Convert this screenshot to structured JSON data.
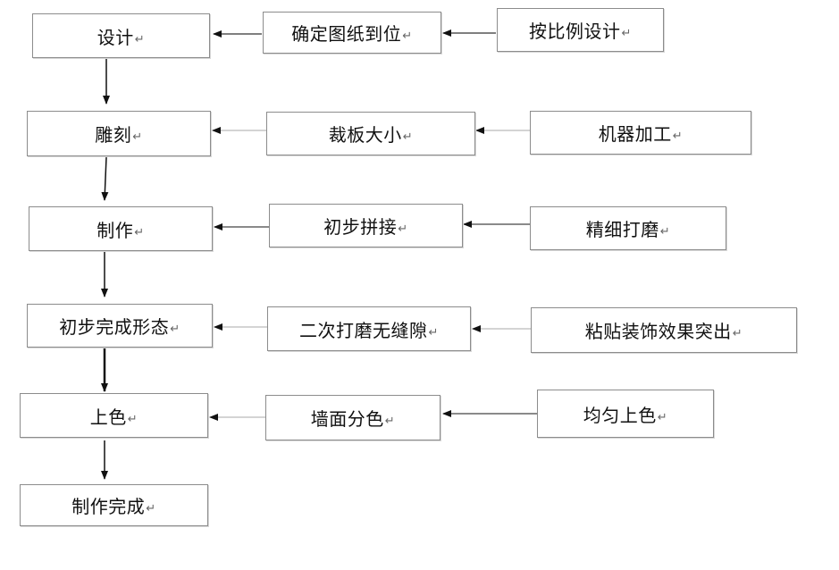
{
  "paragraph_mark": "↵",
  "boxes": {
    "b1": "设计",
    "b2": "雕刻",
    "b3": "制作",
    "b4": "初步完成形态",
    "b5": "上色",
    "b6": "制作完成",
    "c1": "确定图纸到位",
    "c2": "裁板大小",
    "c3": "初步拼接",
    "c4": "二次打磨无缝隙",
    "c5": "墙面分色",
    "d1": "按比例设计",
    "d2": "机器加工",
    "d3": "精细打磨",
    "d4": "粘贴装饰效果突出",
    "d5": "均匀上色"
  }
}
